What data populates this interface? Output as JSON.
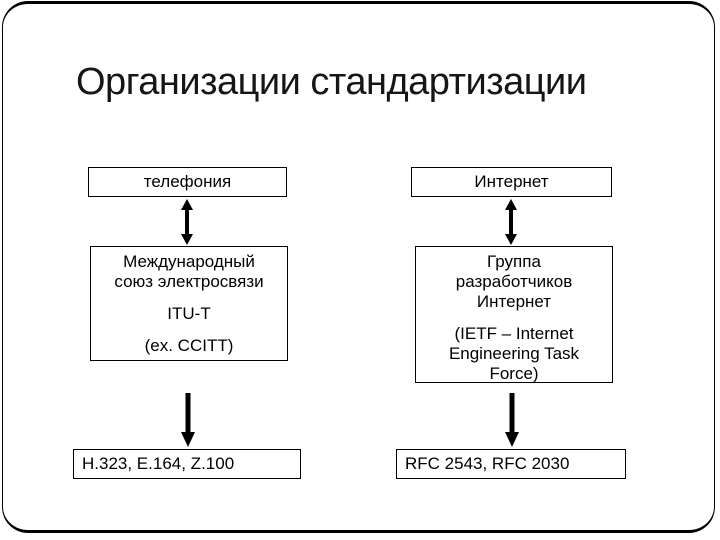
{
  "slide": {
    "title": "Организации стандартизации"
  },
  "diagram": {
    "columns": [
      {
        "name": "telephony",
        "domain_box": {
          "label": "телефония"
        },
        "org_box": {
          "paragraphs": [
            {
              "lines": [
                "Международный",
                "союз электросвязи"
              ]
            },
            {
              "lines": [
                "ITU-T"
              ]
            },
            {
              "lines": [
                "(ex. CCITT)"
              ]
            }
          ]
        },
        "standards_box": {
          "label": "H.323, E.164, Z.100"
        }
      },
      {
        "name": "internet",
        "domain_box": {
          "label": "Интернет"
        },
        "org_box": {
          "paragraphs": [
            {
              "lines": [
                "Группа",
                "разработчиков",
                "Интернет"
              ]
            },
            {
              "lines": [
                "(IETF – Internet",
                "Engineering Task",
                "Force)"
              ]
            }
          ]
        },
        "standards_box": {
          "label": "RFC 2543, RFC 2030"
        }
      }
    ]
  },
  "colors": {
    "ink": "#000000",
    "title_ink": "#161616",
    "background": "#ffffff"
  }
}
